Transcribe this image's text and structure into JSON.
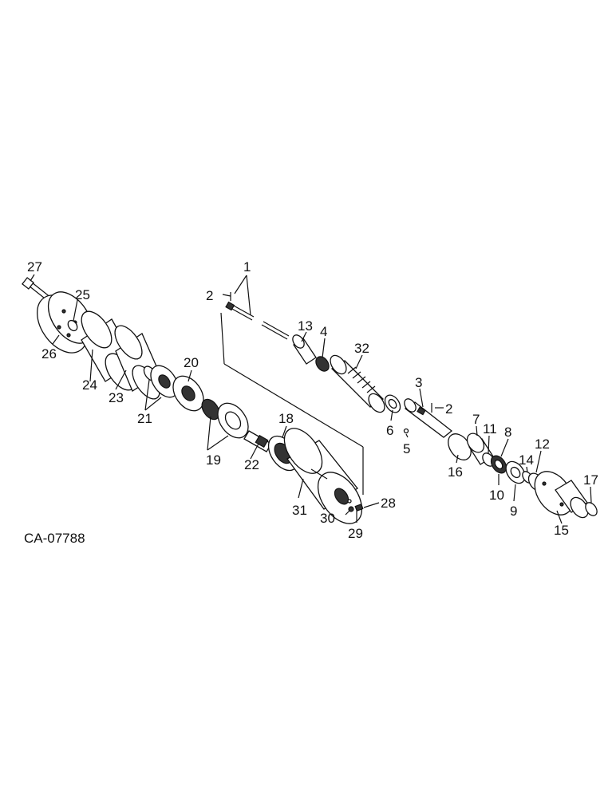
{
  "diagram_code": "CA-07788",
  "callouts": {
    "c1": "1",
    "c2a": "2",
    "c2b": "2",
    "c3": "3",
    "c4": "4",
    "c5": "5",
    "c6": "6",
    "c7": "7",
    "c8": "8",
    "c9": "9",
    "c10": "10",
    "c11": "11",
    "c12": "12",
    "c13": "13",
    "c14": "14",
    "c15": "15",
    "c16": "16",
    "c17": "17",
    "c18": "18",
    "c19": "19",
    "c20": "20",
    "c21": "21",
    "c22": "22",
    "c23": "23",
    "c24": "24",
    "c25": "25",
    "c26": "26",
    "c27": "27",
    "c28": "28",
    "c29": "29",
    "c30": "30",
    "c31": "31",
    "c32": "32"
  }
}
